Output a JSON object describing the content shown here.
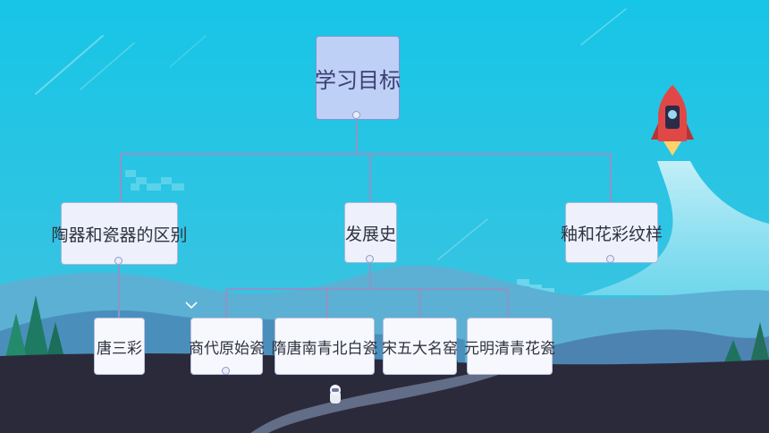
{
  "diagram": {
    "root": {
      "label": "学习目标"
    },
    "branches": [
      {
        "id": "b1",
        "label": "陶器和瓷器的区别",
        "children": [
          {
            "label": "唐三彩"
          }
        ]
      },
      {
        "id": "b2",
        "label": "发展史",
        "children": [
          {
            "label": "商代原始瓷"
          },
          {
            "label": "隋唐南青北白瓷"
          },
          {
            "label": "宋五大名窑"
          },
          {
            "label": "元明清青花瓷"
          }
        ]
      },
      {
        "id": "b3",
        "label": "釉和花彩纹样",
        "children": []
      }
    ]
  },
  "colors": {
    "sky_top": "#19c6e6",
    "sky_bottom": "#3ec3e2",
    "connector": "#8a96c8",
    "root_fill": "#bfd0f7",
    "node_fill": "#eef1fb",
    "ground": "#2c2a3c",
    "rocket": "#e04848"
  }
}
